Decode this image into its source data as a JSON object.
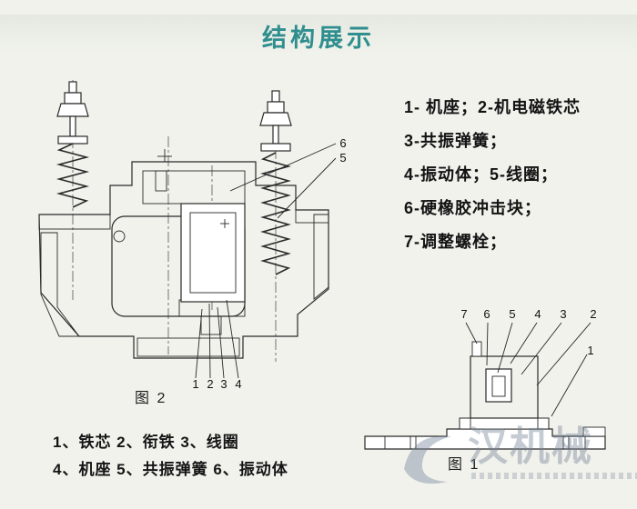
{
  "header": {
    "title": "结构展示"
  },
  "parts_list": {
    "lines": [
      "1-  机座；2-机电磁铁芯",
      "3-共振弹簧；",
      "4-振动体；5-线圈；",
      "6-硬橡胶冲击块；",
      "7-调整螺栓；"
    ]
  },
  "figure2": {
    "caption": "图 2",
    "legend": [
      "1、铁芯 2、衔铁 3、线圈",
      "4、机座 5、共振弹簧 6、振动体"
    ],
    "callouts": {
      "c1": "1",
      "c2": "2",
      "c3": "3",
      "c4": "4",
      "c5": "5",
      "c6": "6"
    }
  },
  "figure1": {
    "caption": "图 1",
    "callouts": {
      "c1": "1",
      "c2": "2",
      "c3": "3",
      "c4": "4",
      "c5": "5",
      "c6": "6",
      "c7": "7"
    }
  },
  "watermark": {
    "text": "汉机械"
  },
  "colors": {
    "title_teal": "#2f8e8e",
    "line": "#2a2a2a"
  }
}
